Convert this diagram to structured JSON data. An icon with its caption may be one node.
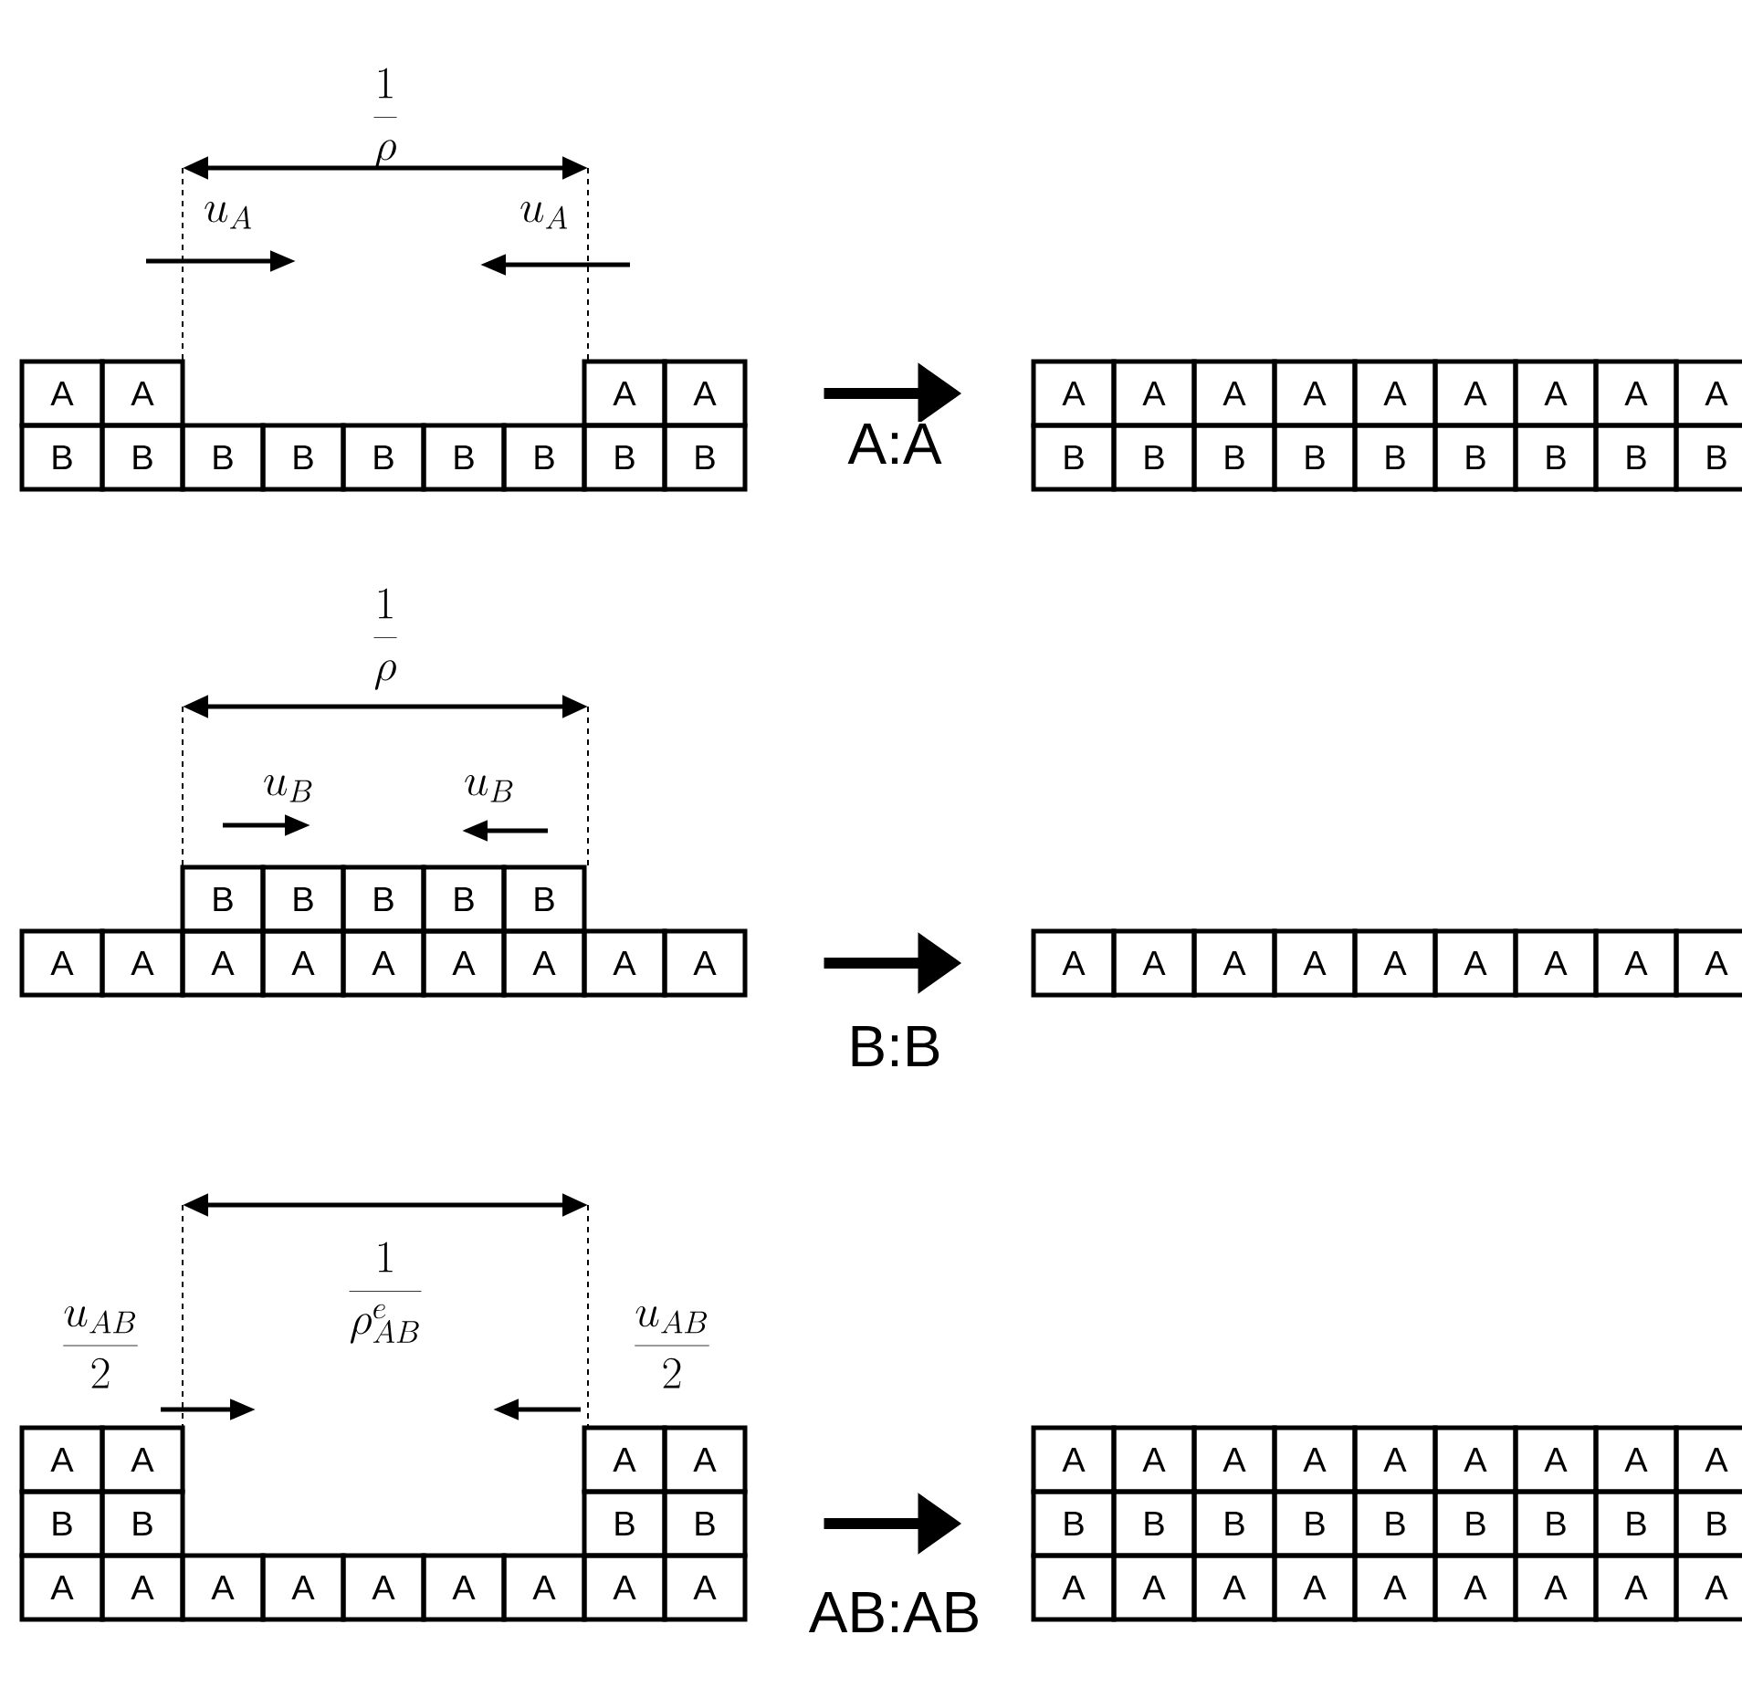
{
  "diagram": {
    "nodes": [
      {
        "text": [
          "A"
        ]
      },
      {
        "text": [
          "A"
        ]
      },
      {
        "text": [
          "A"
        ]
      },
      {
        "text": [
          "A"
        ]
      },
      {
        "text": [
          "B"
        ]
      },
      {
        "text": [
          "B"
        ]
      },
      {
        "text": [
          "B"
        ]
      },
      {
        "text": [
          "B"
        ]
      },
      {
        "text": [
          "B"
        ]
      },
      {
        "text": [
          "B"
        ]
      },
      {
        "text": [
          "B"
        ]
      },
      {
        "text": [
          "B"
        ]
      },
      {
        "text": [
          "B"
        ]
      },
      {
        "text": [
          "A"
        ]
      },
      {
        "text": [
          "A"
        ]
      },
      {
        "text": [
          "A"
        ]
      },
      {
        "text": [
          "A"
        ]
      },
      {
        "text": [
          "A"
        ]
      },
      {
        "text": [
          "A"
        ]
      },
      {
        "text": [
          "A"
        ]
      },
      {
        "text": [
          "A"
        ]
      },
      {
        "text": [
          "A"
        ]
      },
      {
        "text": [
          "B"
        ]
      },
      {
        "text": [
          "B"
        ]
      },
      {
        "text": [
          "B"
        ]
      },
      {
        "text": [
          "B"
        ]
      },
      {
        "text": [
          "B"
        ]
      },
      {
        "text": [
          "B"
        ]
      },
      {
        "text": [
          "B"
        ]
      },
      {
        "text": [
          "B"
        ]
      },
      {
        "text": [
          "B"
        ]
      },
      {
        "text": [
          "B"
        ]
      },
      {
        "text": [
          "B"
        ]
      },
      {
        "text": [
          "B"
        ]
      },
      {
        "text": [
          "B"
        ]
      },
      {
        "text": [
          "B"
        ]
      },
      {
        "text": [
          "A"
        ]
      },
      {
        "text": [
          "A"
        ]
      },
      {
        "text": [
          "A"
        ]
      },
      {
        "text": [
          "A"
        ]
      },
      {
        "text": [
          "A"
        ]
      },
      {
        "text": [
          "A"
        ]
      },
      {
        "text": [
          "A"
        ]
      },
      {
        "text": [
          "A"
        ]
      },
      {
        "text": [
          "A"
        ]
      },
      {
        "text": [
          "A"
        ]
      },
      {
        "text": [
          "A"
        ]
      },
      {
        "text": [
          "A"
        ]
      },
      {
        "text": [
          "A"
        ]
      },
      {
        "text": [
          "A"
        ]
      },
      {
        "text": [
          "A"
        ]
      },
      {
        "text": [
          "A"
        ]
      },
      {
        "text": [
          "A"
        ]
      },
      {
        "text": [
          "A"
        ]
      },
      {
        "text": [
          "A"
        ]
      },
      {
        "text": [
          "A"
        ]
      },
      {
        "text": [
          "A"
        ]
      },
      {
        "text": [
          "A"
        ]
      },
      {
        "text": [
          "B"
        ]
      },
      {
        "text": [
          "B"
        ]
      },
      {
        "text": [
          "B"
        ]
      },
      {
        "text": [
          "B"
        ]
      },
      {
        "text": [
          "A"
        ]
      },
      {
        "text": [
          "A"
        ]
      },
      {
        "text": [
          "A"
        ]
      },
      {
        "text": [
          "A"
        ]
      },
      {
        "text": [
          "A"
        ]
      },
      {
        "text": [
          "A"
        ]
      },
      {
        "text": [
          "A"
        ]
      },
      {
        "text": [
          "A"
        ]
      },
      {
        "text": [
          "A"
        ]
      },
      {
        "text": [
          "A"
        ]
      },
      {
        "text": [
          "A"
        ]
      },
      {
        "text": [
          "A"
        ]
      },
      {
        "text": [
          "A"
        ]
      },
      {
        "text": [
          "A"
        ]
      },
      {
        "text": [
          "A"
        ]
      },
      {
        "text": [
          "A"
        ]
      },
      {
        "text": [
          "A"
        ]
      },
      {
        "text": [
          "A"
        ]
      },
      {
        "text": [
          "B"
        ]
      },
      {
        "text": [
          "B"
        ]
      },
      {
        "text": [
          "B"
        ]
      },
      {
        "text": [
          "B"
        ]
      },
      {
        "text": [
          "B"
        ]
      },
      {
        "text": [
          "B"
        ]
      },
      {
        "text": [
          "B"
        ]
      },
      {
        "text": [
          "B"
        ]
      },
      {
        "text": [
          "B"
        ]
      },
      {
        "text": [
          "A"
        ]
      },
      {
        "text": [
          "A"
        ]
      },
      {
        "text": [
          "A"
        ]
      },
      {
        "text": [
          "A"
        ]
      },
      {
        "text": [
          "A"
        ]
      },
      {
        "text": [
          "A"
        ]
      },
      {
        "text": [
          "A"
        ]
      },
      {
        "text": [
          "A"
        ]
      },
      {
        "text": [
          "A"
        ]
      }
    ],
    "edges": [
      {
        "from": 3,
        "to": 13,
        "arrow": "to",
        "label": "A:A"
      },
      {
        "from": 44,
        "to": 45,
        "arrow": "to",
        "label": "B:B"
      },
      {
        "from": 61,
        "to": 80,
        "arrow": "to",
        "label": "AB:AB"
      }
    ],
    "labels": [
      "\\frac{1}{\\rho}",
      "u_A",
      "u_A",
      "\\frac{1}{\\rho}",
      "u_B",
      "u_B",
      "\\frac{u_{AB}}{2}",
      "\\frac{1}{\\rho^e_{AB}}",
      "\\frac{u_{AB}}{2}"
    ]
  }
}
